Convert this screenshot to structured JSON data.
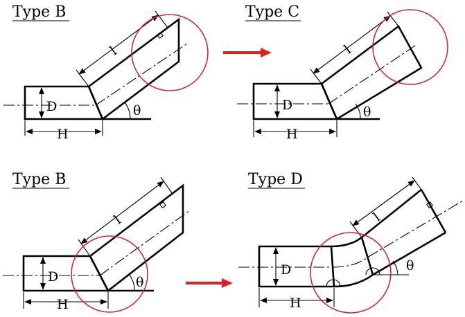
{
  "panels": [
    {
      "title": "Type B",
      "labels": {
        "D": "D",
        "H": "H",
        "l": "l",
        "theta": "θ"
      }
    },
    {
      "title": "Type C",
      "labels": {
        "D": "D",
        "H": "H",
        "l": "l",
        "theta": "θ"
      }
    },
    {
      "title": "Type B",
      "labels": {
        "D": "D",
        "H": "H",
        "l": "l",
        "theta": "θ"
      }
    },
    {
      "title": "Type D",
      "labels": {
        "D": "D",
        "H": "H",
        "l": "l",
        "theta": "θ"
      }
    }
  ],
  "colors": {
    "arrow": "#e02020",
    "circle": "#d42a2a",
    "line": "#000000"
  }
}
